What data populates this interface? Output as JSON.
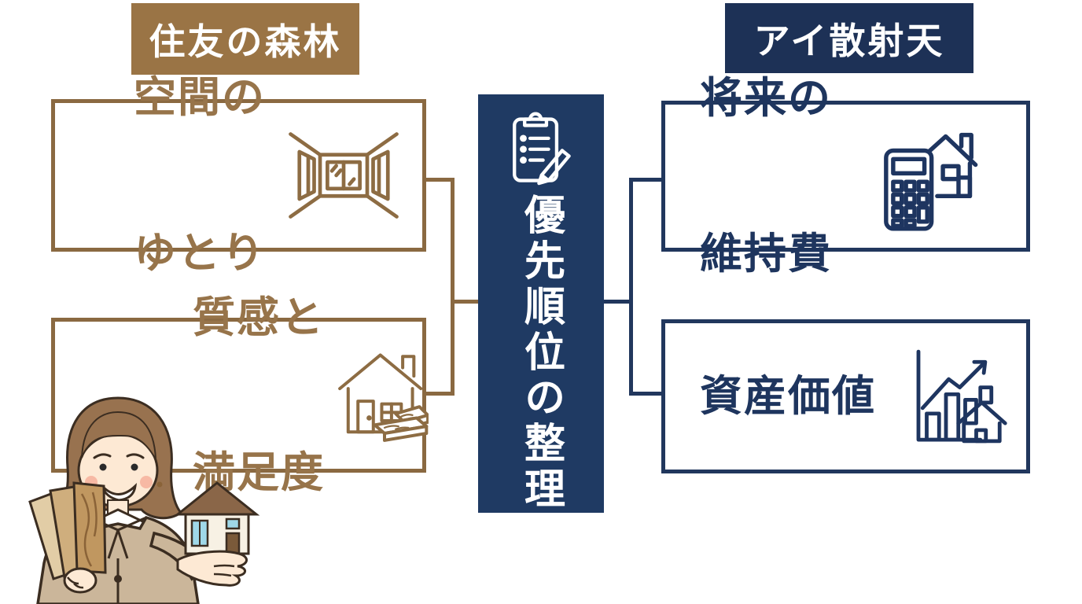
{
  "left": {
    "header": "住友の森林",
    "boxes": [
      {
        "line1": "空間の",
        "line2": "ゆとり",
        "icon": "room-window-icon"
      },
      {
        "line1": "質感と",
        "line2": "満足度",
        "icon": "house-lumber-icon"
      }
    ]
  },
  "center": {
    "label": "優先順位の整理",
    "icon": "clipboard-pencil-icon"
  },
  "right": {
    "header": "アイ散射天",
    "boxes": [
      {
        "line1": "将来の",
        "line2": "維持費",
        "icon": "calculator-house-icon"
      },
      {
        "line1": "資産価値",
        "icon": "growth-chart-house-icon"
      }
    ]
  },
  "illustration": "woman-presenting-wood-samples-and-house-model",
  "palette": {
    "brown_header": "#9a7445",
    "brown_line": "#8a6941",
    "brown_text": "#97744a",
    "navy_header": "#1d3156",
    "navy_column": "#1f3a63",
    "navy_line": "#21375d",
    "navy_text": "#1e355e"
  }
}
